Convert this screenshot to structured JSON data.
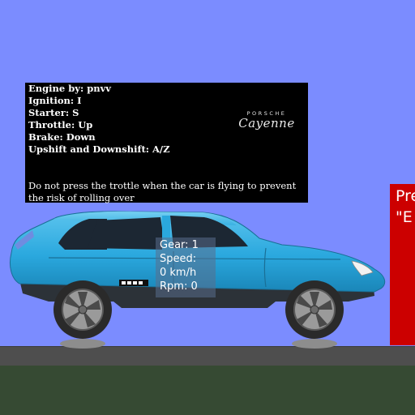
{
  "info_panel": {
    "controls": [
      "Engine by: pnvv",
      "Ignition: I",
      "Starter: S",
      "Throttle: Up",
      "Brake: Down",
      "Upshift and Downshift: A/Z"
    ],
    "warning": "Do not press the trottle when the car is flying to prevent the risk of rolling over",
    "logo_brand": "PORSCHE",
    "logo_model": "Cayenne"
  },
  "hud": {
    "gear": "Gear: 1",
    "speed_label": "Speed:",
    "speed_value": "0 km/h",
    "rpm": "Rpm: 0"
  },
  "side_sign": {
    "line1": "Pre",
    "line2": "\"E"
  },
  "colors": {
    "sky": "#7b8cff",
    "road": "#4e4e4e",
    "ground": "#364a33",
    "car_body": "#2aa8de",
    "sign": "#cc0000",
    "panel": "#000000"
  }
}
